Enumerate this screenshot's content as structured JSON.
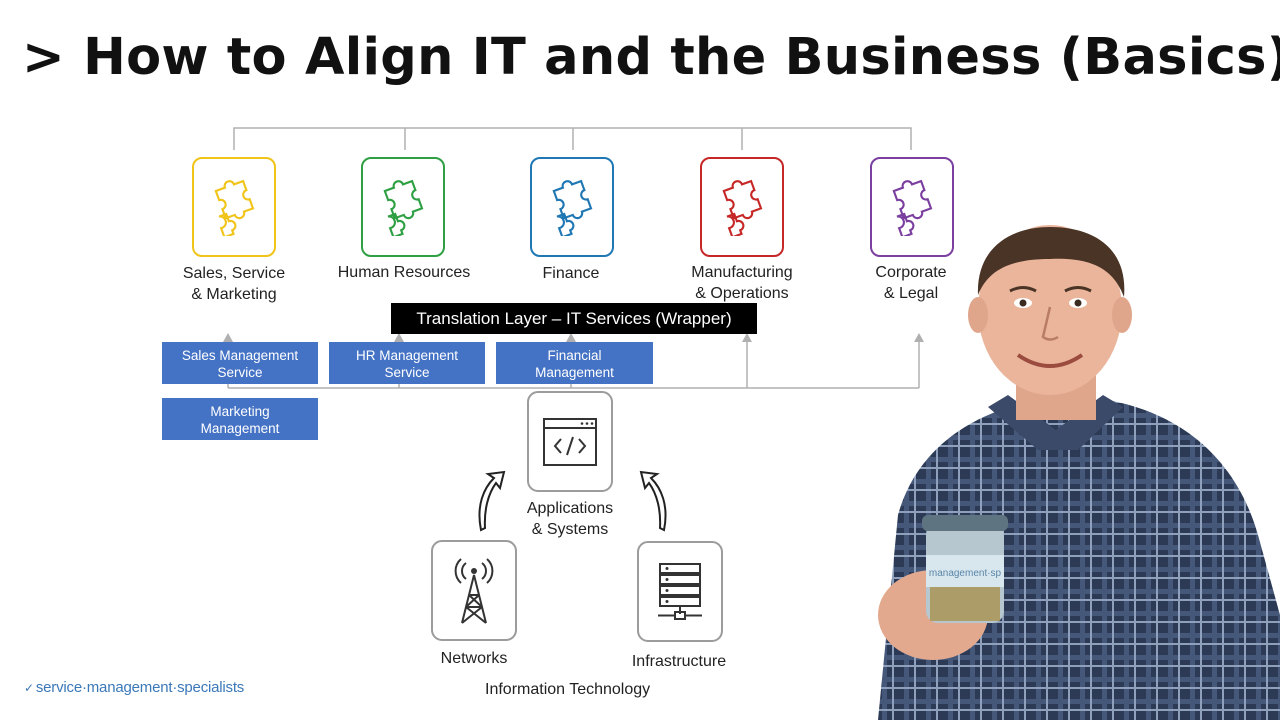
{
  "title": "> How to Align IT and the Business (Basics)",
  "departments": [
    {
      "label": "Sales, Service\n& Marketing",
      "color": "#f0c419",
      "icon": "puzzle-icon"
    },
    {
      "label": "Human Resources",
      "color": "#2ea043",
      "icon": "puzzle-icon"
    },
    {
      "label": "Finance",
      "color": "#1f77b4",
      "icon": "puzzle-icon"
    },
    {
      "label": "Manufacturing\n& Operations",
      "color": "#c62828",
      "icon": "puzzle-icon"
    },
    {
      "label": "Corporate\n& Legal",
      "color": "#7b3fa0",
      "icon": "puzzle-icon"
    }
  ],
  "translation_layer": "Translation Layer – IT Services (Wrapper)",
  "services": [
    {
      "label": "Sales Management\nService"
    },
    {
      "label": "HR Management\nService"
    },
    {
      "label": "Financial\nManagement\nService"
    },
    {
      "label": "Marketing\nManagement\nService"
    }
  ],
  "it_components": [
    {
      "label": "Applications\n& Systems",
      "icon": "code-window-icon"
    },
    {
      "label": "Networks",
      "icon": "radio-tower-icon"
    },
    {
      "label": "Infrastructure",
      "icon": "server-rack-icon"
    }
  ],
  "footer": "Information Technology",
  "logo": "service·management·specialists",
  "colors": {
    "service_box": "#4472c4",
    "translation_bg": "#000000",
    "it_border": "#9c9c9c"
  }
}
